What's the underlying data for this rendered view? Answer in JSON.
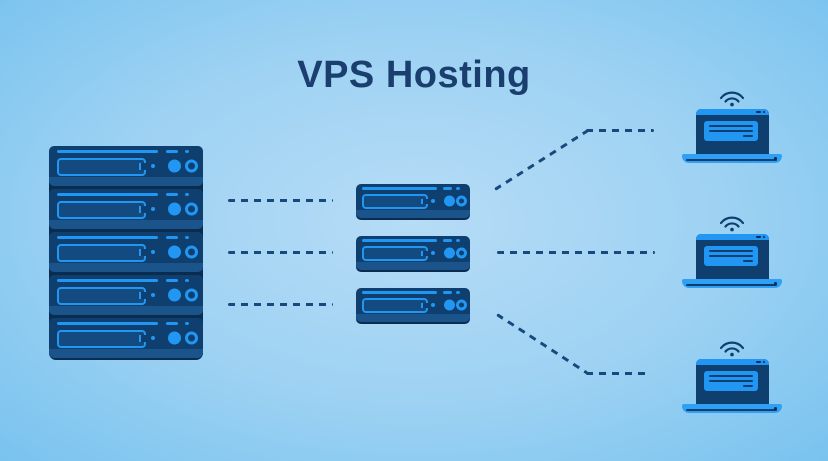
{
  "title": "VPS Hosting",
  "diagram": {
    "rack": {
      "name": "server-rack",
      "unit_count": 5
    },
    "vps_servers": {
      "name": "vps-server-nodes",
      "count": 3
    },
    "clients": {
      "name": "client-laptops",
      "count": 3,
      "icons": [
        "laptop-icon",
        "wifi-icon"
      ]
    },
    "connections": {
      "rack_to_vps": 3,
      "vps_to_clients": 3,
      "style": "dashed"
    },
    "server_unit_icons": [
      "vent-line",
      "drive-bay",
      "led-indicator",
      "power-led",
      "power-button-icon"
    ]
  },
  "colors": {
    "background_center": "#b6dcf6",
    "background_edge": "#79c3ef",
    "title_text": "#1a3e6e",
    "server_body": "#0e3f6f",
    "server_base": "#1b538b",
    "accent_blue": "#2196f3",
    "bay_fill": "#134a80",
    "laptop_base": "#2ea1f6",
    "outline_dark": "#0a2c50",
    "dash_line": "#17497e"
  }
}
